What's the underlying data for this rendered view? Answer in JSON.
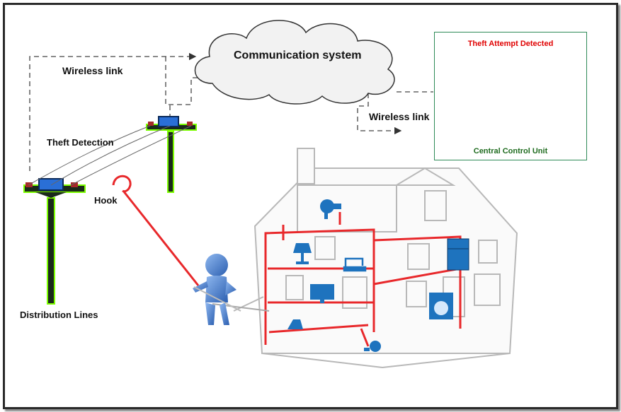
{
  "labels": {
    "communication_system": "Communication system",
    "wireless_link_left": "Wireless link",
    "wireless_link_right": "Wireless link",
    "theft_detection": "Theft Detection",
    "hook": "Hook",
    "distribution_lines": "Distribution Lines"
  },
  "control_unit": {
    "alert": "Theft Attempt Detected",
    "title": "Central Control Unit"
  },
  "colors": {
    "wiring": "#e8282b",
    "appliance": "#1e73be",
    "pole": "#1a2a1a",
    "pole_glow": "#7cfc00",
    "alert": "#e00000",
    "control_border": "#2e8b57"
  },
  "icons": [
    "cloud-icon",
    "computer-icon",
    "utility-pole-icon",
    "person-icon",
    "house-icon",
    "hair-dryer-icon",
    "lamp-icon",
    "sewing-machine-icon",
    "refrigerator-icon",
    "tv-icon",
    "washing-machine-icon",
    "iron-icon",
    "vacuum-cleaner-icon"
  ]
}
